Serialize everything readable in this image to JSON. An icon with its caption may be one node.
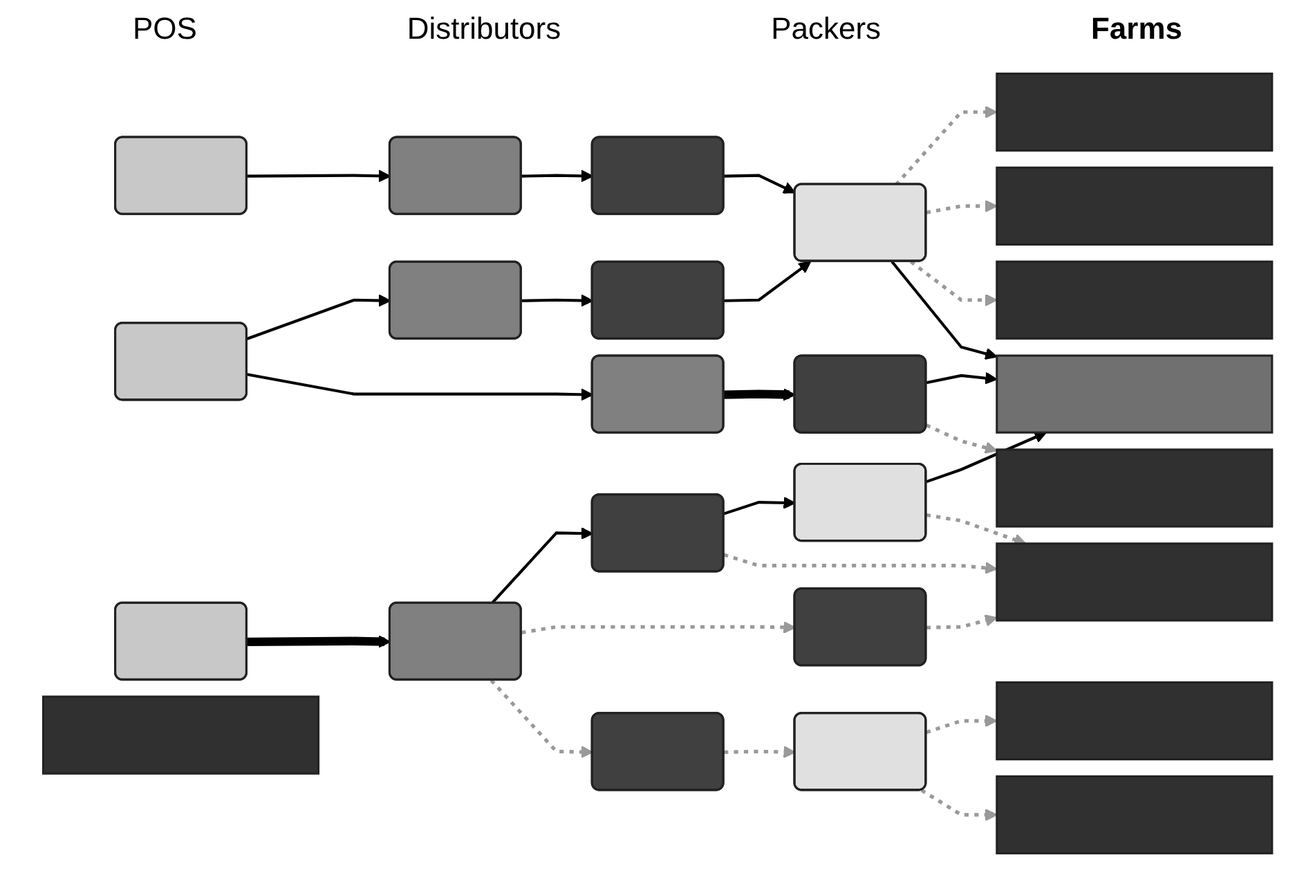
{
  "diagram": {
    "nodes": [
      {
        "text": [],
        "shape": "box"
      },
      {
        "text": [],
        "shape": "box"
      },
      {
        "text": [],
        "shape": "box"
      },
      {
        "text": [],
        "shape": "box"
      },
      {
        "text": [],
        "shape": "box"
      },
      {
        "text": [],
        "shape": "box"
      },
      {
        "text": [],
        "shape": "box"
      },
      {
        "text": [],
        "shape": "box"
      },
      {
        "text": [],
        "shape": "box"
      },
      {
        "text": [],
        "shape": "box"
      },
      {
        "text": [],
        "shape": "box"
      },
      {
        "text": [],
        "shape": "box"
      },
      {
        "text": [],
        "shape": "box"
      },
      {
        "text": [],
        "shape": "box"
      },
      {
        "text": [],
        "shape": "box"
      },
      {
        "text": [],
        "shape": "box"
      },
      {
        "text": [],
        "shape": "bar"
      },
      {
        "text": [],
        "shape": "bar"
      },
      {
        "text": [],
        "shape": "bar"
      },
      {
        "text": [],
        "shape": "bar"
      },
      {
        "text": [],
        "shape": "bar"
      },
      {
        "text": [],
        "shape": "bar"
      },
      {
        "text": [],
        "shape": "bar"
      },
      {
        "text": [],
        "shape": "bar"
      },
      {
        "text": [],
        "shape": "bar"
      }
    ],
    "edges": [
      {
        "from": 0,
        "to": 3,
        "arrow": "to"
      },
      {
        "from": 3,
        "to": 7,
        "arrow": "to"
      },
      {
        "from": 7,
        "to": 13,
        "arrow": "to"
      },
      {
        "from": 13,
        "to": 16,
        "arrow": "to",
        "style": "dashed",
        "color": "#999999"
      },
      {
        "from": 13,
        "to": 17,
        "arrow": "to",
        "style": "dashed",
        "color": "#999999"
      },
      {
        "from": 13,
        "to": 18,
        "arrow": "to",
        "style": "dashed",
        "color": "#999999"
      },
      {
        "from": 13,
        "to": 19,
        "arrow": "to"
      },
      {
        "from": 1,
        "to": 4,
        "arrow": "to"
      },
      {
        "from": 1,
        "to": 5,
        "arrow": "to"
      },
      {
        "from": 4,
        "to": 8,
        "arrow": "to"
      },
      {
        "from": 5,
        "to": 9,
        "arrow": "to",
        "style": "thick"
      },
      {
        "from": 8,
        "to": 13,
        "arrow": "to"
      },
      {
        "from": 9,
        "to": 19,
        "arrow": "to"
      },
      {
        "from": 9,
        "to": 21,
        "arrow": "to",
        "style": "dashed",
        "color": "#999999"
      },
      {
        "from": 2,
        "to": 6,
        "arrow": "to",
        "style": "thick"
      },
      {
        "from": 6,
        "to": 10,
        "arrow": "to"
      },
      {
        "from": 6,
        "to": 11,
        "arrow": "to",
        "style": "dashed",
        "color": "#999999"
      },
      {
        "from": 6,
        "to": 12,
        "arrow": "to",
        "style": "dashed",
        "color": "#999999"
      },
      {
        "from": 10,
        "to": 14,
        "arrow": "to"
      },
      {
        "from": 10,
        "to": 22,
        "arrow": "to",
        "style": "dashed",
        "color": "#999999"
      },
      {
        "from": 11,
        "to": 22,
        "arrow": "to",
        "style": "dashed",
        "color": "#999999"
      },
      {
        "from": 14,
        "to": 19,
        "arrow": "to"
      },
      {
        "from": 14,
        "to": 22,
        "arrow": "to",
        "style": "dashed",
        "color": "#999999"
      },
      {
        "from": 12,
        "to": 15,
        "arrow": "to",
        "style": "dashed",
        "color": "#999999"
      },
      {
        "from": 15,
        "to": 23,
        "arrow": "to",
        "style": "dashed",
        "color": "#999999"
      },
      {
        "from": 15,
        "to": 24,
        "arrow": "to",
        "style": "dashed",
        "color": "#999999"
      }
    ],
    "labels": [
      "Farms",
      "POS",
      "Distributors",
      "Packers"
    ]
  }
}
